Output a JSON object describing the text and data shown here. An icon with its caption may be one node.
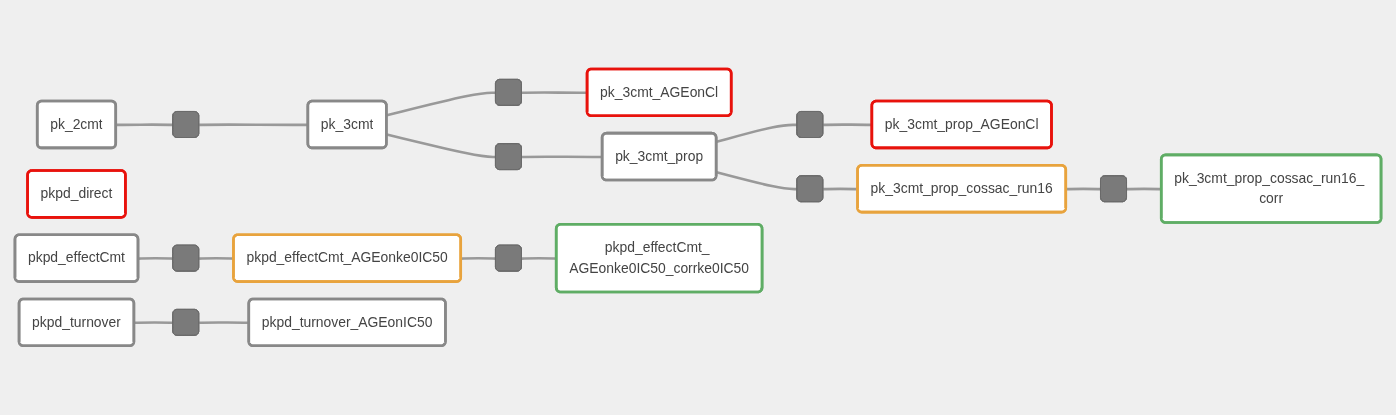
{
  "diagram": {
    "nodes": [
      {
        "text": [
          "pk_2cmt"
        ]
      },
      {
        "text": [],
        "shape": "box"
      },
      {
        "text": [
          "pk_3cmt"
        ]
      },
      {
        "text": [],
        "shape": "box"
      },
      {
        "text": [
          "pk_3cmt_AGEonCl"
        ]
      },
      {
        "text": [],
        "shape": "box"
      },
      {
        "text": [
          "pk_3cmt_prop"
        ]
      },
      {
        "text": [],
        "shape": "box"
      },
      {
        "text": [
          "pk_3cmt_prop_AGEonCl"
        ]
      },
      {
        "text": [],
        "shape": "box"
      },
      {
        "text": [
          "pk_3cmt_prop_cossac_run16"
        ]
      },
      {
        "text": [],
        "shape": "box"
      },
      {
        "text": [
          "pk_3cmt_prop_cossac_run16_ corr"
        ]
      },
      {
        "text": [
          "pkpd_direct"
        ]
      },
      {
        "text": [
          "pkpd_effectCmt"
        ]
      },
      {
        "text": [],
        "shape": "box"
      },
      {
        "text": [
          "pkpd_effectCmt_AGEonke0IC50"
        ]
      },
      {
        "text": [],
        "shape": "box"
      },
      {
        "text": [
          "pkpd_effectCmt_ AGEonke0IC50_corrke0IC50"
        ]
      },
      {
        "text": [
          "pkpd_turnover"
        ]
      },
      {
        "text": [],
        "shape": "box"
      },
      {
        "text": [
          "pkpd_turnover_AGEonIC50"
        ]
      }
    ],
    "edges": [
      {
        "from": 0,
        "to": 1,
        "arrow": "none"
      },
      {
        "from": 1,
        "to": 2,
        "arrow": "none"
      },
      {
        "from": 2,
        "to": 3,
        "arrow": "none"
      },
      {
        "from": 3,
        "to": 4,
        "arrow": "none"
      },
      {
        "from": 2,
        "to": 5,
        "arrow": "none"
      },
      {
        "from": 5,
        "to": 6,
        "arrow": "none"
      },
      {
        "from": 6,
        "to": 7,
        "arrow": "none"
      },
      {
        "from": 7,
        "to": 8,
        "arrow": "none"
      },
      {
        "from": 6,
        "to": 9,
        "arrow": "none"
      },
      {
        "from": 9,
        "to": 10,
        "arrow": "none"
      },
      {
        "from": 10,
        "to": 11,
        "arrow": "none"
      },
      {
        "from": 11,
        "to": 12,
        "arrow": "none"
      },
      {
        "from": 14,
        "to": 15,
        "arrow": "none"
      },
      {
        "from": 15,
        "to": 16,
        "arrow": "none"
      },
      {
        "from": 16,
        "to": 17,
        "arrow": "none"
      },
      {
        "from": 17,
        "to": 18,
        "arrow": "none"
      },
      {
        "from": 19,
        "to": 20,
        "arrow": "none"
      },
      {
        "from": 20,
        "to": 21,
        "arrow": "none"
      }
    ]
  }
}
